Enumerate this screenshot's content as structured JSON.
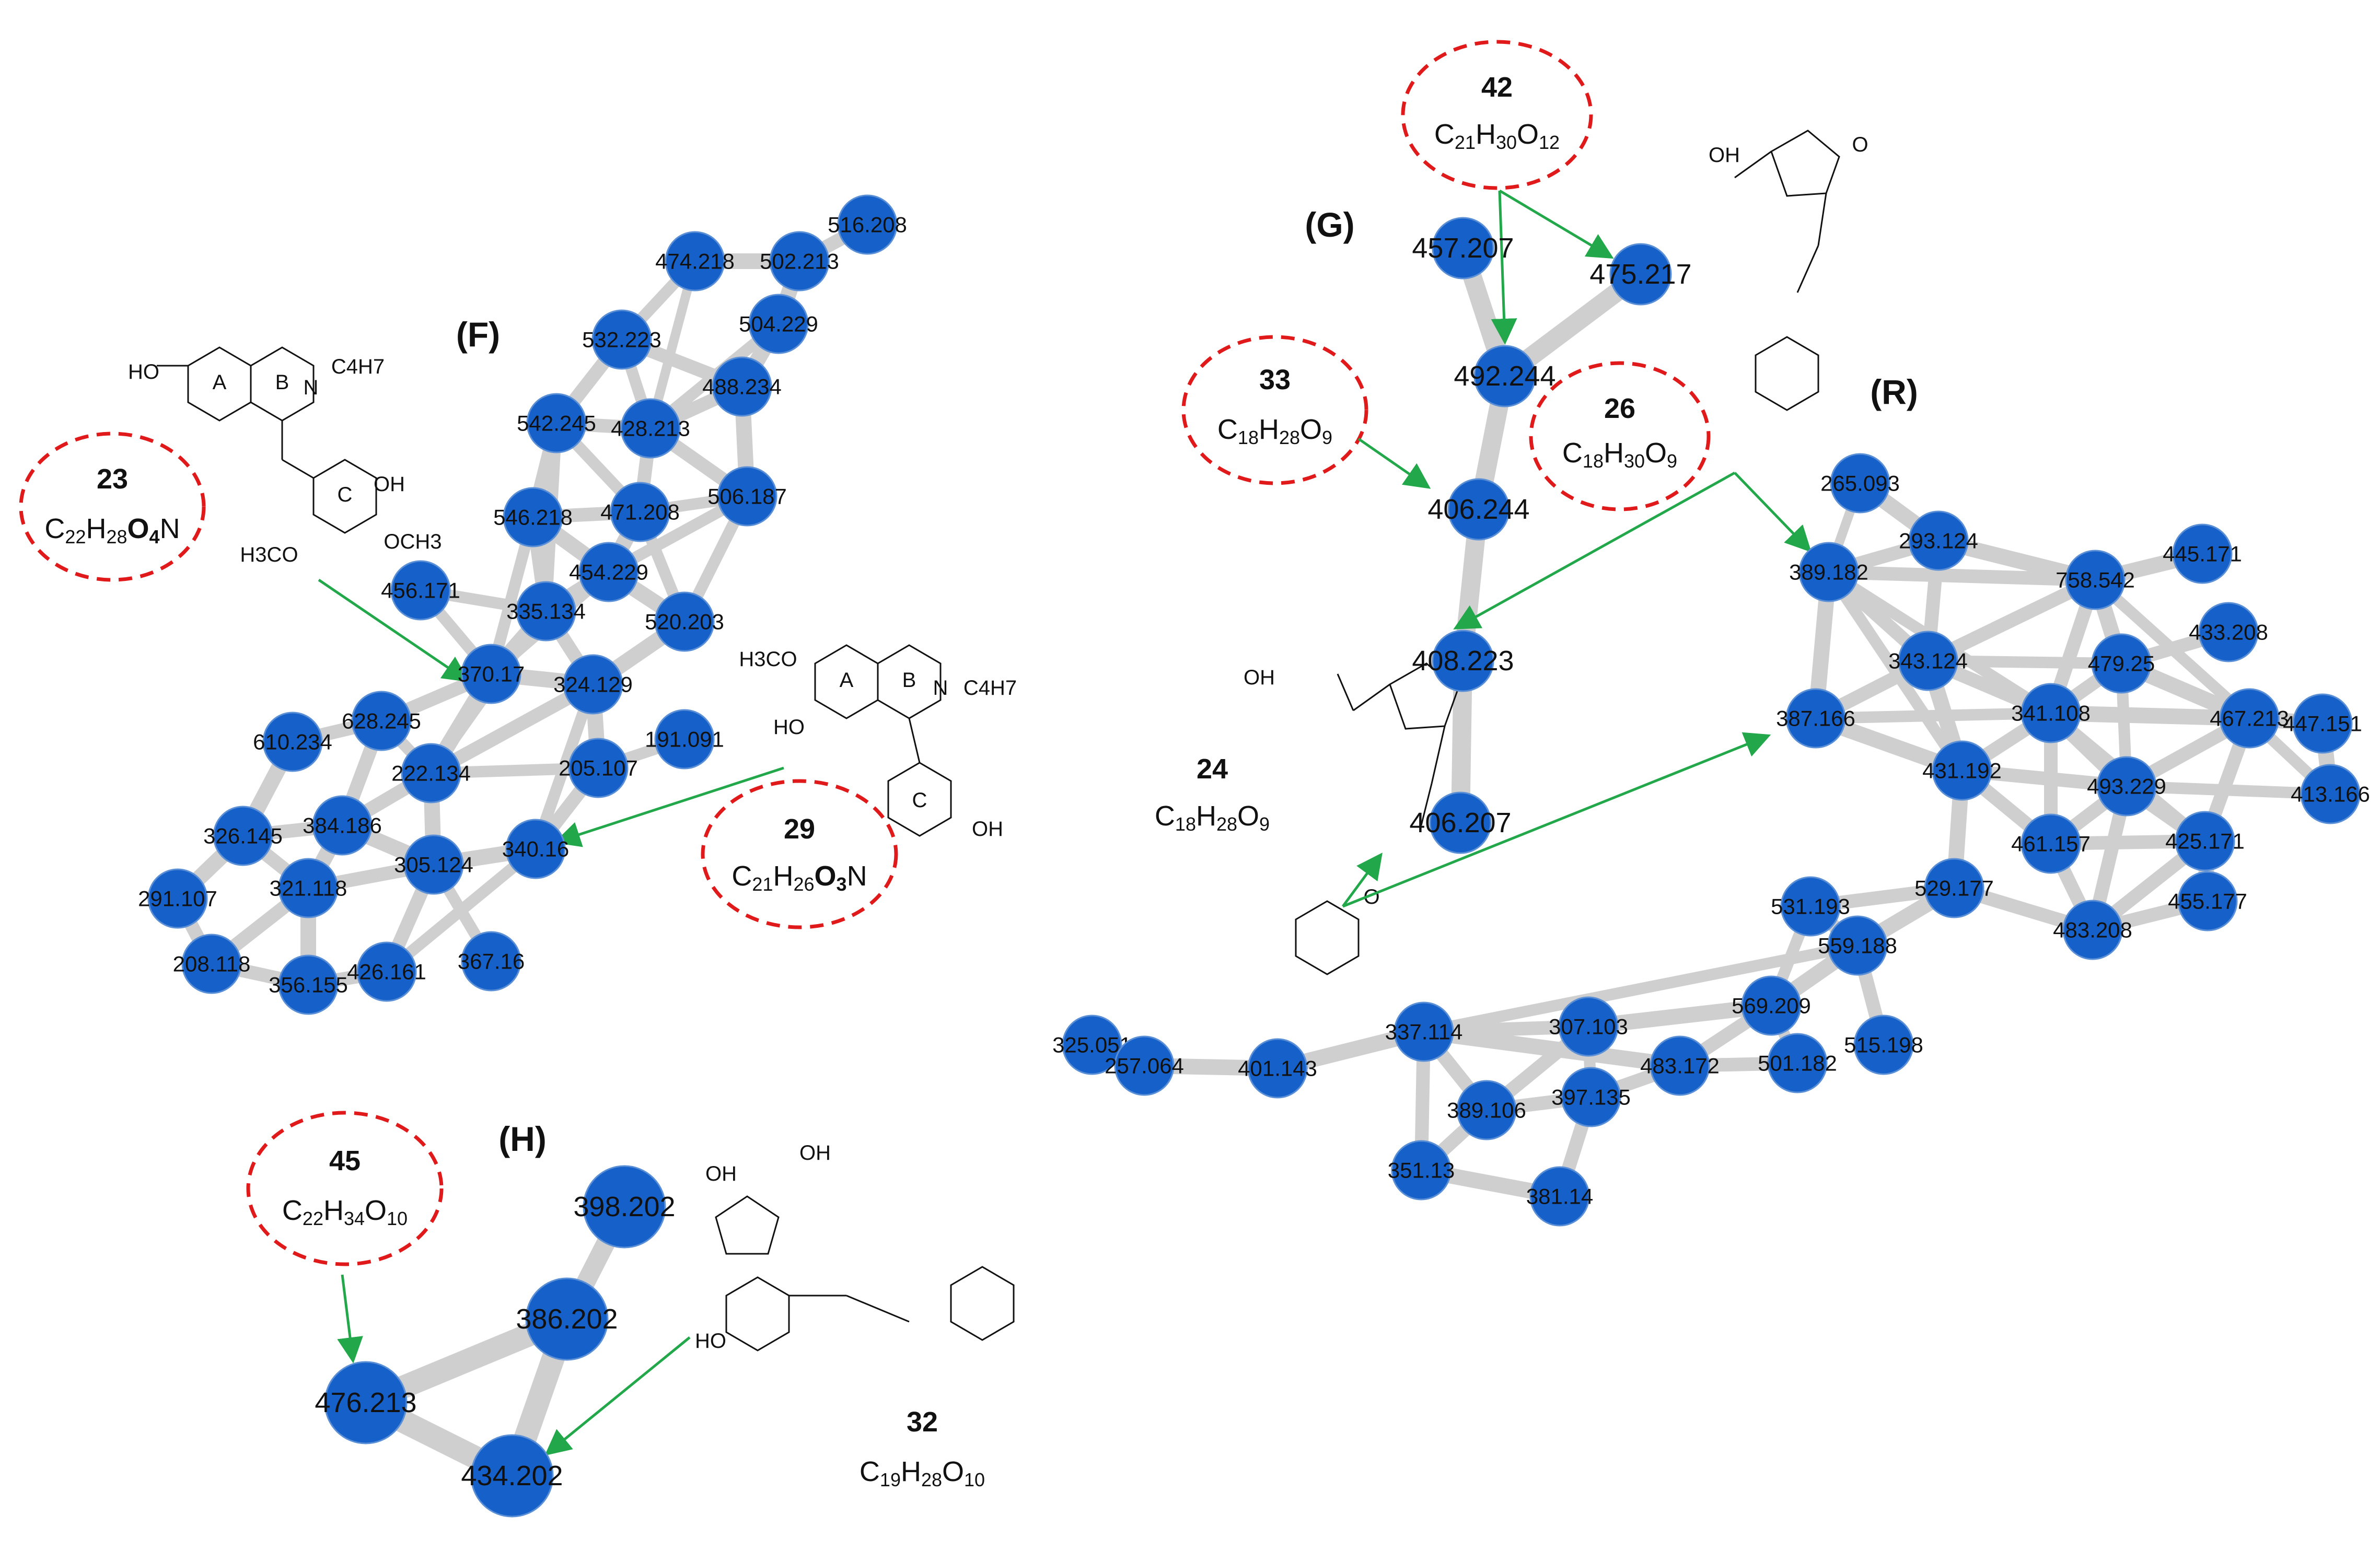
{
  "clusters": {
    "F": {
      "label": "(F)"
    },
    "G": {
      "label": "(G)"
    },
    "H": {
      "label": "(H)"
    },
    "R": {
      "label": "(R)"
    }
  },
  "nodes": {
    "F": [
      "516.208",
      "474.218",
      "502.213",
      "504.229",
      "532.223",
      "488.234",
      "542.245",
      "428.213",
      "506.187",
      "546.218",
      "471.208",
      "454.229",
      "456.171",
      "335.134",
      "520.203",
      "370.17",
      "324.129",
      "628.245",
      "610.234",
      "222.134",
      "205.107",
      "191.091",
      "326.145",
      "384.186",
      "305.124",
      "340.16",
      "291.107",
      "321.118",
      "208.118",
      "356.155",
      "426.161",
      "367.16"
    ],
    "G": [
      "457.207",
      "475.217",
      "492.244",
      "406.244",
      "408.223",
      "406.207"
    ],
    "H": [
      "398.202",
      "386.202",
      "476.213",
      "434.202"
    ],
    "R": [
      "265.093",
      "293.124",
      "445.171",
      "389.182",
      "758.542",
      "433.208",
      "343.124",
      "479.25",
      "387.166",
      "341.108",
      "467.213",
      "447.151",
      "431.192",
      "493.229",
      "413.166",
      "461.157",
      "425.171",
      "529.177",
      "531.193",
      "483.208",
      "455.177",
      "559.188",
      "569.209",
      "307.103",
      "515.198",
      "325.051",
      "257.064",
      "401.143",
      "337.114",
      "483.172",
      "501.182",
      "389.106",
      "397.135",
      "351.13",
      "381.14"
    ]
  },
  "compounds": {
    "c23": {
      "number": "23",
      "formula": {
        "base": "C",
        "sub1": "22",
        "el2": "H",
        "sub2": "28",
        "el3": "O",
        "sub3": "4",
        "el4": "N"
      }
    },
    "c29": {
      "number": "29",
      "formula": {
        "base": "C",
        "sub1": "21",
        "el2": "H",
        "sub2": "26",
        "el3": "O",
        "sub3": "3",
        "el4": "N"
      }
    },
    "c42": {
      "number": "42",
      "formula": {
        "base": "C",
        "sub1": "21",
        "el2": "H",
        "sub2": "30",
        "el3": "O",
        "sub3": "12"
      }
    },
    "c33": {
      "number": "33",
      "formula": {
        "base": "C",
        "sub1": "18",
        "el2": "H",
        "sub2": "28",
        "el3": "O",
        "sub3": "9"
      }
    },
    "c26": {
      "number": "26",
      "formula": {
        "base": "C",
        "sub1": "18",
        "el2": "H",
        "sub2": "30",
        "el3": "O",
        "sub3": "9"
      }
    },
    "c24": {
      "number": "24",
      "formula": {
        "base": "C",
        "sub1": "18",
        "el2": "H",
        "sub2": "28",
        "el3": "O",
        "sub3": "9"
      }
    },
    "c45": {
      "number": "45",
      "formula": {
        "base": "C",
        "sub1": "22",
        "el2": "H",
        "sub2": "34",
        "el3": "O",
        "sub3": "10"
      }
    },
    "c32": {
      "number": "32",
      "formula": {
        "base": "C",
        "sub1": "19",
        "el2": "H",
        "sub2": "28",
        "el3": "O",
        "sub3": "10"
      }
    }
  },
  "structure_labels": {
    "ho": "HO",
    "oh": "OH",
    "n": "N",
    "c4h7": "C4H7",
    "h3co": "H3CO",
    "och3": "OCH3",
    "ring_a": "A",
    "ring_b": "B",
    "ring_c": "C",
    "o": "O"
  },
  "colors": {
    "node": "#1560c9",
    "edge": "#cfcfcf",
    "ring": "#e0191b",
    "arrow": "#22a84a"
  }
}
